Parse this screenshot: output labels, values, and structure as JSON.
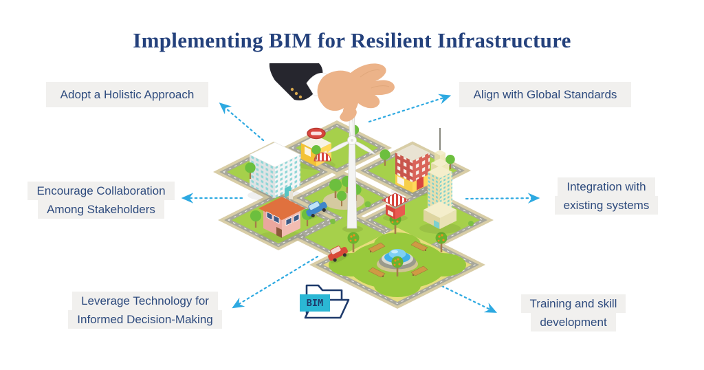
{
  "title": "Implementing BIM for Resilient Infrastructure",
  "labels": {
    "adopt": {
      "lines": [
        "Adopt a Holistic Approach"
      ]
    },
    "align": {
      "lines": [
        "Align with Global Standards"
      ]
    },
    "encourage": {
      "lines": [
        "Encourage Collaboration",
        "Among Stakeholders"
      ]
    },
    "integration": {
      "lines": [
        "Integration with",
        "existing systems"
      ]
    },
    "leverage": {
      "lines": [
        "Leverage Technology for",
        "Informed Decision-Making"
      ]
    },
    "training": {
      "lines": [
        "Training and skill",
        "development"
      ]
    }
  },
  "illustration": {
    "folder_label": "BIM",
    "icons": [
      "businessman-hand-icon",
      "wind-turbine-icon",
      "isometric-city",
      "bim-folder-icon",
      "dotted-arrow"
    ]
  },
  "colors": {
    "title_text": "#24417c",
    "label_text": "#2d4a7d",
    "label_bg": "#f1f0ee",
    "arrow": "#2da9e1",
    "folder_outline": "#1e3a6b",
    "folder_label_bg": "#2bb7d4",
    "grass": "#a6d04b",
    "road": "#a7a79b",
    "sidewalk": "#d8cda6"
  }
}
